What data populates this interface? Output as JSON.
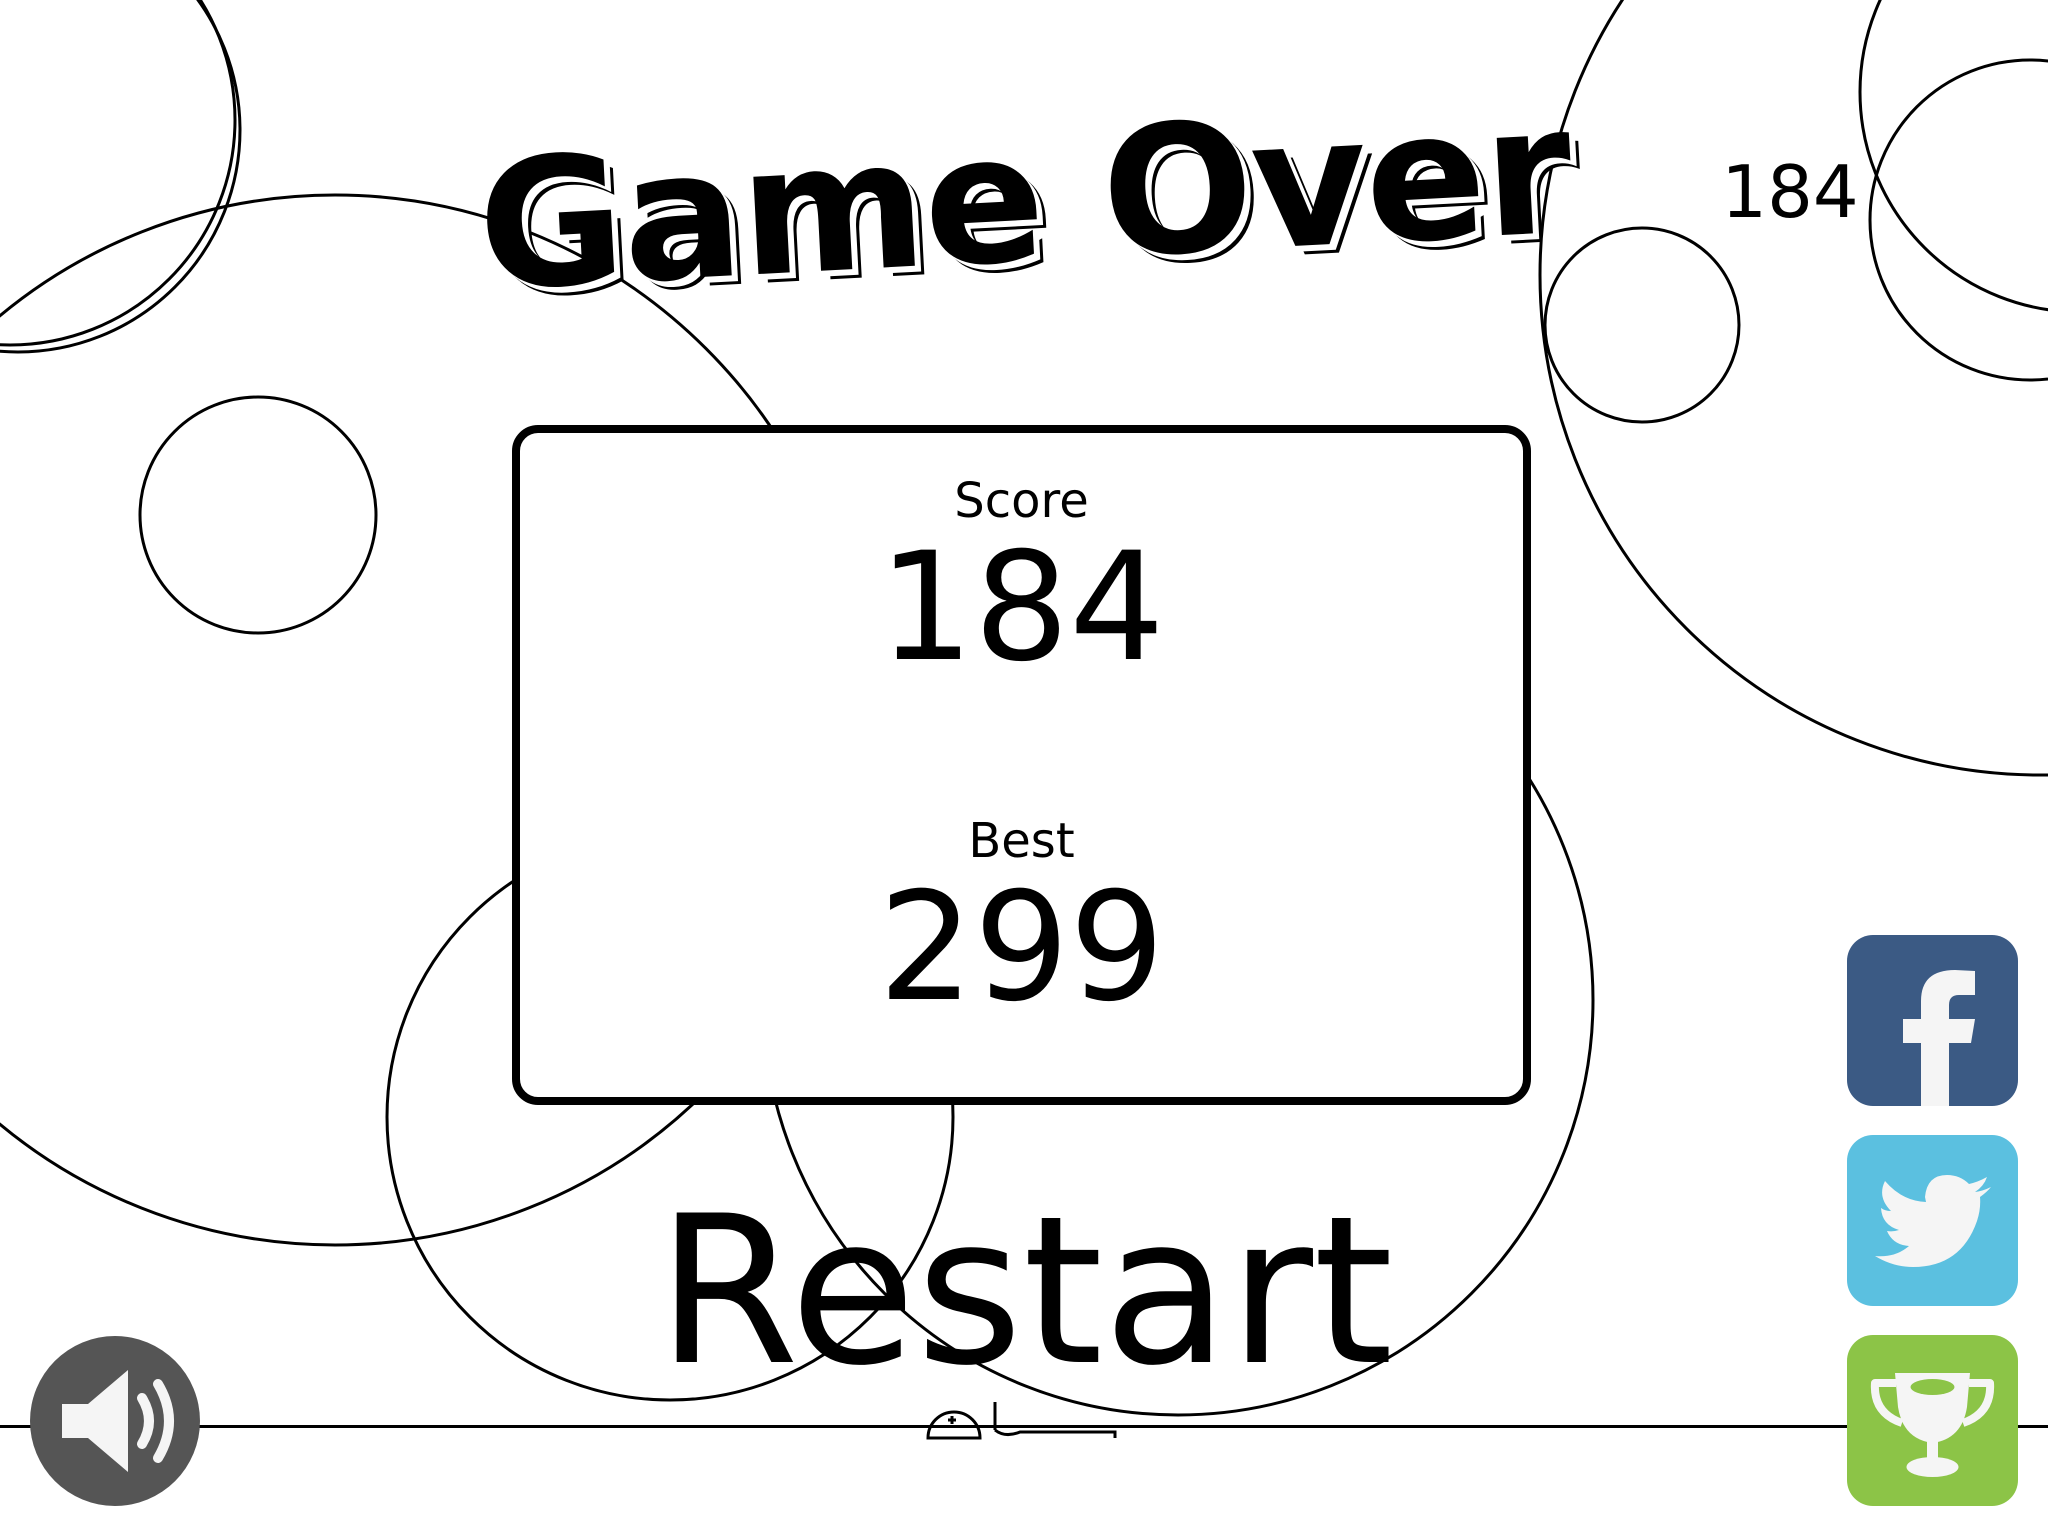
{
  "title": "Game Over",
  "hud": {
    "current_score": "184"
  },
  "results": {
    "score_label": "Score",
    "score_value": "184",
    "best_label": "Best",
    "best_value": "299"
  },
  "actions": {
    "restart_label": "Restart"
  },
  "buttons": {
    "sound_icon": "speaker-volume-icon",
    "facebook_icon": "facebook-icon",
    "twitter_icon": "twitter-bird-icon",
    "leaderboard_icon": "trophy-icon"
  },
  "colors": {
    "background": "#ffffff",
    "ink": "#000000",
    "sound_button": "#555555",
    "facebook": "#3b5a84",
    "twitter": "#5bc0e0",
    "leaderboard": "#8cc447",
    "icon_fill": "#f5f5f5"
  }
}
